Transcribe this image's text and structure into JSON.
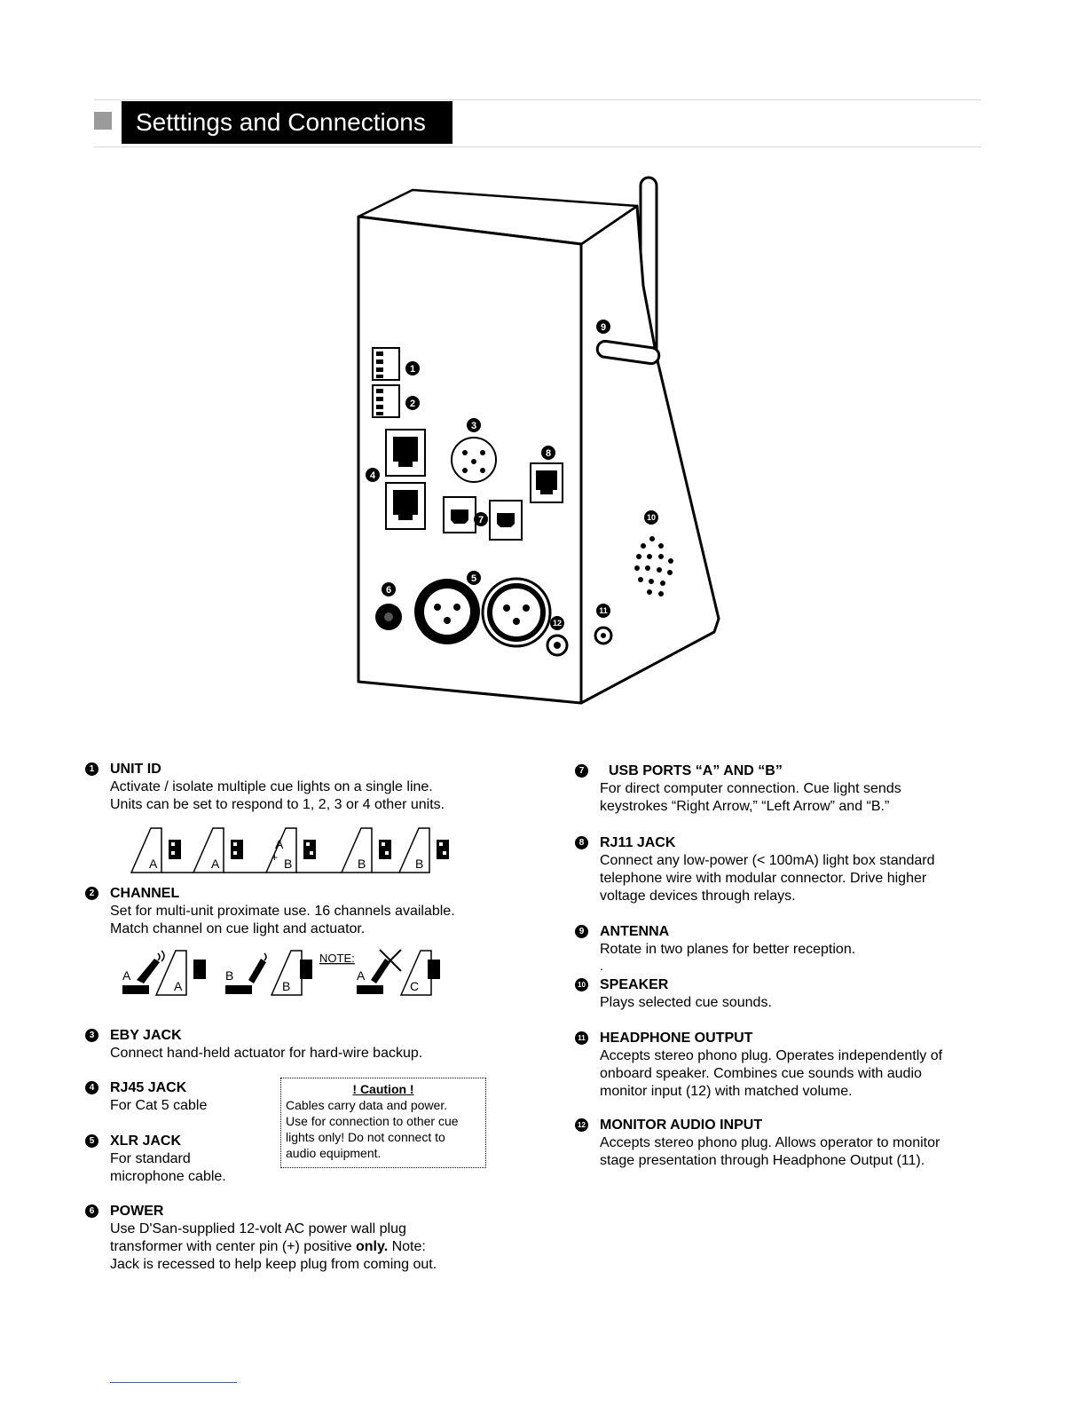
{
  "header": {
    "title": "Setttings and Connections"
  },
  "device_callouts": [
    "1",
    "2",
    "3",
    "4",
    "5",
    "6",
    "7",
    "8",
    "9",
    "10",
    "11",
    "12"
  ],
  "items_left": [
    {
      "num": "1",
      "head": "UNIT ID",
      "body": "Activate / isolate multiple cue lights on a single line.\nUnits can be set to respond to 1, 2, 3 or 4 other units."
    },
    {
      "num": "2",
      "head": "CHANNEL",
      "body": "Set for multi-unit proximate use. 16 channels available.\nMatch channel on cue light and actuator."
    },
    {
      "num": "3",
      "head": "EBY JACK",
      "body": "Connect hand-held actuator for hard-wire backup."
    },
    {
      "num": "4",
      "head": "RJ45 JACK",
      "body": "For Cat 5 cable"
    },
    {
      "num": "5",
      "head": "XLR JACK",
      "body": "For standard\nmicrophone cable."
    },
    {
      "num": "6",
      "head": "POWER",
      "body_pre": "Use D'San-supplied 12-volt AC power wall plug\ntransformer with center pin (+) positive ",
      "body_bold": "only.",
      "body_post": "  Note:\nJack is recessed to help keep plug from coming out."
    }
  ],
  "items_right": [
    {
      "num": "7",
      "head": "USB PORTS “A” AND “B”",
      "body": "For direct computer connection. Cue light sends\nkeystrokes “Right Arrow,” “Left Arrow” and “B.”"
    },
    {
      "num": "8",
      "head": "RJ11 JACK",
      "body": "Connect any low-power (< 100mA) light box standard\ntelephone wire with modular connector.  Drive higher\nvoltage devices through relays."
    },
    {
      "num": "9",
      "head": "ANTENNA",
      "body": "Rotate in two planes for better reception."
    },
    {
      "num": "10",
      "head": "SPEAKER",
      "body": "Plays selected cue sounds."
    },
    {
      "num": "11",
      "head": "HEADPHONE OUTPUT",
      "body": "Accepts stereo phono plug.  Operates independently of\nonboard speaker.  Combines cue sounds with audio\nmonitor input (12) with matched volume."
    },
    {
      "num": "12",
      "head": "MONITOR AUDIO INPUT",
      "body": "Accepts stereo phono plug. Allows operator to monitor\nstage presentation through Headphone Output (11)."
    }
  ],
  "antenna_note_dot": ".",
  "caution": {
    "title": "! Caution !",
    "body": "Cables carry data and power.\nUse for connection to other cue\nlights only!  Do not connect to\naudio equipment."
  },
  "unit_id_diagram": {
    "labels": [
      "A",
      "A",
      "A",
      "B",
      "B",
      "B"
    ],
    "plus": "+"
  },
  "channel_diagram": {
    "labels": [
      "A",
      "A",
      "B",
      "B",
      "A",
      "C"
    ],
    "note": "NOTE:"
  }
}
